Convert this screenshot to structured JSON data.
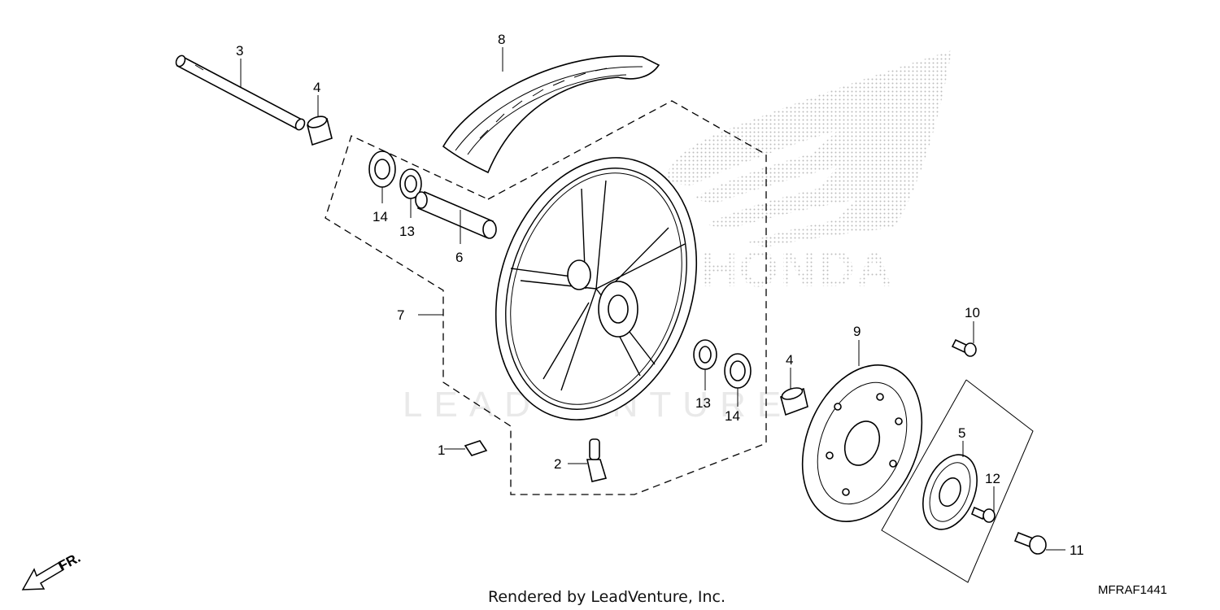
{
  "brand_watermark": "HONDA",
  "site_watermark": "LEADVENTURE",
  "direction_label": "FR.",
  "footer": {
    "rendered_by": "Rendered by LeadVenture, Inc.",
    "diagram_code": "MFRAF1441"
  },
  "callouts": [
    {
      "id": "p1",
      "label": "1"
    },
    {
      "id": "p2",
      "label": "2"
    },
    {
      "id": "p3",
      "label": "3"
    },
    {
      "id": "p4a",
      "label": "4"
    },
    {
      "id": "p4b",
      "label": "4"
    },
    {
      "id": "p5",
      "label": "5"
    },
    {
      "id": "p6",
      "label": "6"
    },
    {
      "id": "p7",
      "label": "7"
    },
    {
      "id": "p8",
      "label": "8"
    },
    {
      "id": "p9",
      "label": "9"
    },
    {
      "id": "p10",
      "label": "10"
    },
    {
      "id": "p11",
      "label": "11"
    },
    {
      "id": "p12",
      "label": "12"
    },
    {
      "id": "p13a",
      "label": "13"
    },
    {
      "id": "p13b",
      "label": "13"
    },
    {
      "id": "p14a",
      "label": "14"
    },
    {
      "id": "p14b",
      "label": "14"
    }
  ]
}
